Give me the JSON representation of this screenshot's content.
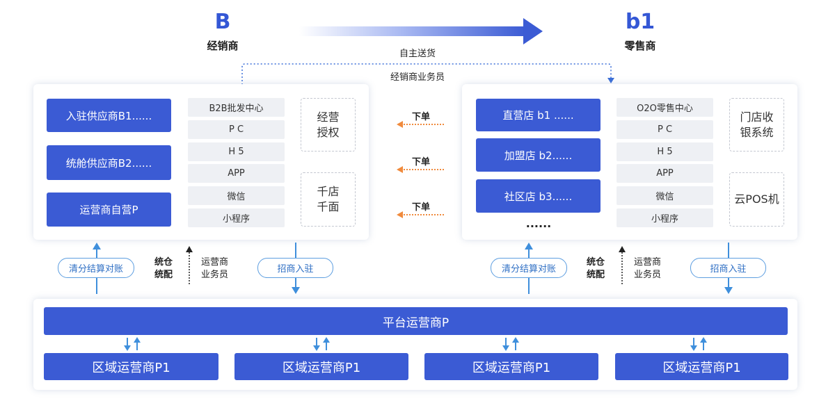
{
  "header": {
    "left_letter": "B",
    "left_role": "经销商",
    "right_letter": "b1",
    "right_role": "零售商",
    "top_flow_label": "自主送货",
    "salesman_flow_label": "经销商业务员"
  },
  "left_panel": {
    "suppliers": [
      "入驻供应商B1......",
      "统舱供应商B2......",
      "运营商自营P"
    ],
    "channels": [
      "B2B批发中心",
      "P C",
      "H 5",
      "APP",
      "微信",
      "小程序"
    ],
    "boxes": [
      "经营\n授权",
      "千店\n千面"
    ]
  },
  "order_labels": [
    "下单",
    "下单",
    "下单"
  ],
  "right_panel": {
    "stores": [
      "直营店 b1 ......",
      "加盟店 b2......",
      "社区店 b3......"
    ],
    "more": "......",
    "channels": [
      "O2O零售中心",
      "P C",
      "H 5",
      "APP",
      "微信",
      "小程序"
    ],
    "boxes": [
      "门店收\n银系统",
      "云POS机"
    ]
  },
  "middle": {
    "settlement_label": "清分结算对账",
    "warehouse_label": "统仓\n统配",
    "operator_salesman_label": "运营商\n业务员",
    "merchant_label": "招商入驻"
  },
  "platform": {
    "title": "平台运营商P",
    "regions": [
      "区域运营商P1",
      "区域运营商P1",
      "区域运营商P1",
      "区域运营商P1"
    ]
  },
  "colors": {
    "primary_blue": "#3b5bd4",
    "orange_arrow": "#f08a3c",
    "light_blue_arrow": "#3f8fdc"
  }
}
